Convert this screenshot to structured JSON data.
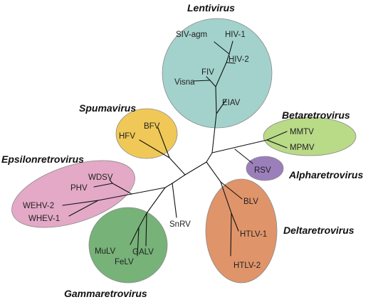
{
  "colors": {
    "lentivirus": "#a3d2cc",
    "spumavirus": "#efc857",
    "betaretrovirus": "#b9da87",
    "alpharetrovirus": "#9b7fba",
    "epsilonretrovirus": "#e3a9c6",
    "gammaretrovirus": "#77b279",
    "deltaretrovirus": "#e0946a",
    "outline": "#8a8a8a",
    "branch": "#111111"
  },
  "genera": {
    "lentivirus": "Lentivirus",
    "spumavirus": "Spumavirus",
    "betaretrovirus": "Betaretrovirus",
    "alpharetrovirus": "Alpharetrovirus",
    "epsilonretrovirus": "Epsilonretrovirus",
    "gammaretrovirus": "Gammaretrovirus",
    "deltaretrovirus": "Deltaretrovirus"
  },
  "viruses": {
    "siv_agm": "SIV-agm",
    "hiv1": "HIV-1",
    "hiv2": "HIV-2",
    "visna": "Visna",
    "fiv": "FIV",
    "eiav": "EIAV",
    "bfv": "BFV",
    "hfv": "HFV",
    "mmtv": "MMTV",
    "mpmv": "MPMV",
    "rsv": "RSV",
    "wdsv": "WDSV",
    "phv": "PHV",
    "wehv2": "WEHV-2",
    "whev1": "WHEV-1",
    "snrv": "SnRV",
    "mulv": "MuLV",
    "galv": "GALV",
    "felv": "FeLV",
    "blv": "BLV",
    "htlv1": "HTLV-1",
    "htlv2": "HTLV-2"
  }
}
